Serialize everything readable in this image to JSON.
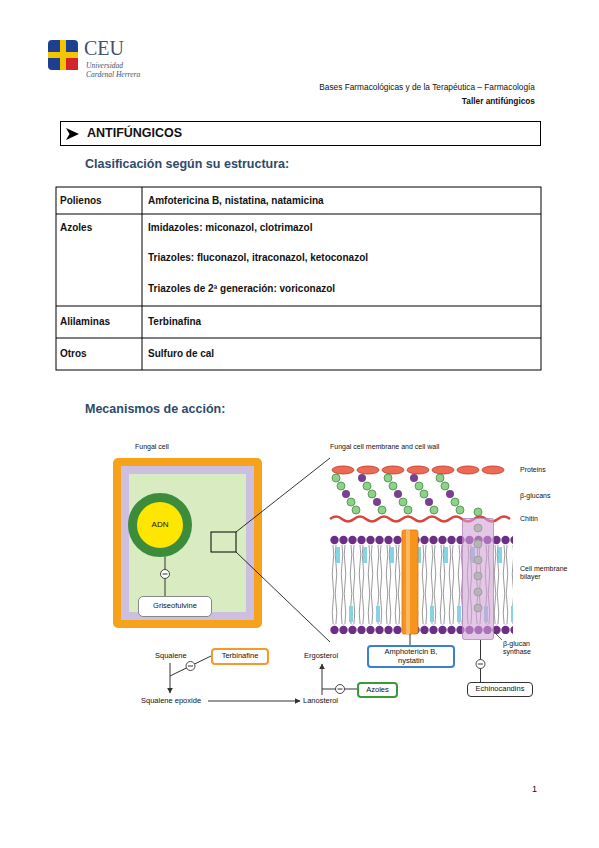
{
  "diagram": {
    "title": "ANTIFÚNGICOS",
    "nodes": [
      {
        "text": [
          "Fungal cell"
        ]
      },
      {
        "text": [
          "ADN"
        ],
        "in": 0
      },
      {
        "text": [
          "Griseofulvine"
        ],
        "in": 0
      },
      {
        "text": [
          "Amphotericin B, nystatin"
        ]
      },
      {
        "text": [
          "β-glucan synthase"
        ]
      },
      {
        "text": [
          "Echinocandins"
        ]
      },
      {
        "text": [
          "Terbinafine"
        ]
      },
      {
        "text": [
          "Azoles"
        ]
      }
    ],
    "edges": [
      {
        "from": 2,
        "to": 1,
        "arrow": "none"
      },
      {
        "from": 5,
        "to": 4,
        "arrow": "none"
      }
    ],
    "labels": [
      "CEU",
      "Universidad",
      "Cardenal Herrera",
      "Bases Farmacológicas y de la Terapéutica – Farmacología",
      "Taller antifúngicos",
      "Clasificación según su estructura:",
      "Polienos",
      "Amfotericina B, nistatina, natamicina",
      "Azoles",
      "Imidazoles: miconazol, clotrimazol",
      "Triazoles: fluconazol, itraconazol, ketoconazol",
      "Triazoles de 2ª generación: voriconazol",
      "Alilaminas",
      "Terbinafina",
      "Otros",
      "Sulfuro de cal",
      "Mecanismos de acción:",
      "Fungal cell membrane and cell wall",
      "Proteins",
      "β-glucans",
      "Chitin",
      "Cell membrane bilayer",
      "Squalene",
      "Squalene epoxide",
      "Lanosterol",
      "Ergosterol",
      "1"
    ]
  }
}
